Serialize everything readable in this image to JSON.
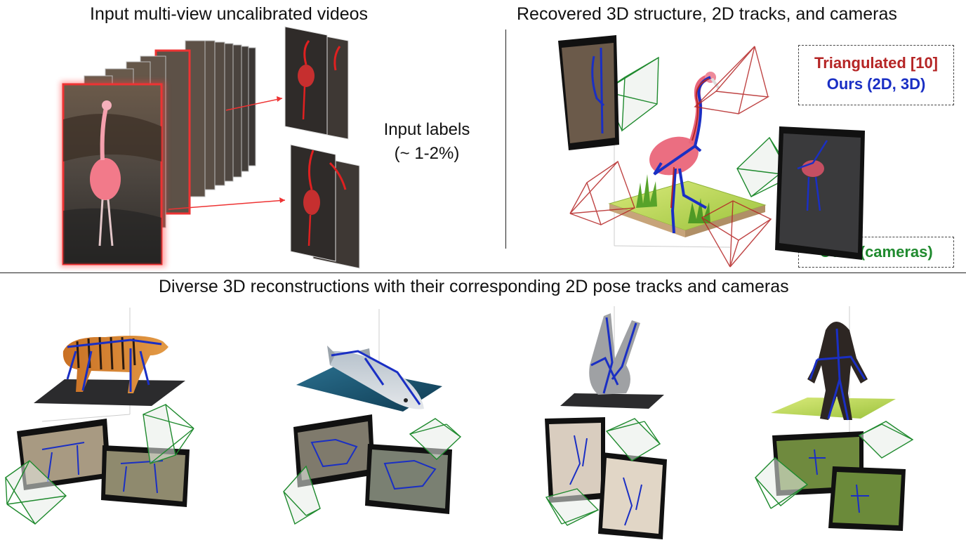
{
  "figure": {
    "heading_input": "Input multi-view uncalibrated videos",
    "heading_recovered": "Recovered 3D structure, 2D tracks, and cameras",
    "input_labels_line1": "Input labels",
    "input_labels_line2": "(~ 1-2%)",
    "legend": {
      "triangulated": "Triangulated [10]",
      "ours_2d3d": "Ours (2D, 3D)",
      "ours_cameras": "Ours (cameras)"
    },
    "heading_diverse": "Diverse 3D reconstructions with their corresponding 2D pose tracks and cameras"
  },
  "colors": {
    "triangulated": "#b52525",
    "ours": "#1a2fc4",
    "cameras": "#1f8a2e",
    "label_highlight": "#e02020"
  },
  "icons": [
    "video-frame-stack",
    "flamingo-3d",
    "camera-frustum",
    "tiger-3d",
    "fish-3d",
    "hand-3d",
    "chimp-3d",
    "film-strip"
  ]
}
